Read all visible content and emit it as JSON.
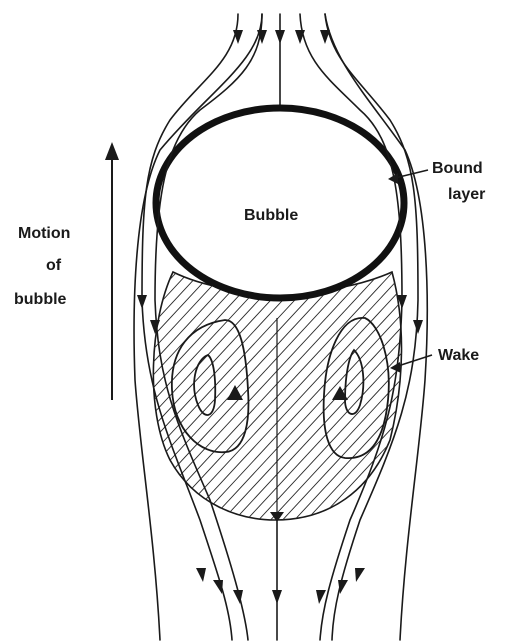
{
  "labels": {
    "bubble": "Bubble",
    "bound_line1": "Bound",
    "bound_line2": "layer",
    "motion_line1": "Motion",
    "motion_line2": "of",
    "motion_line3": "bubble",
    "wake": "Wake"
  },
  "colors": {
    "ink": "#1a1a1a",
    "background": "#ffffff"
  }
}
